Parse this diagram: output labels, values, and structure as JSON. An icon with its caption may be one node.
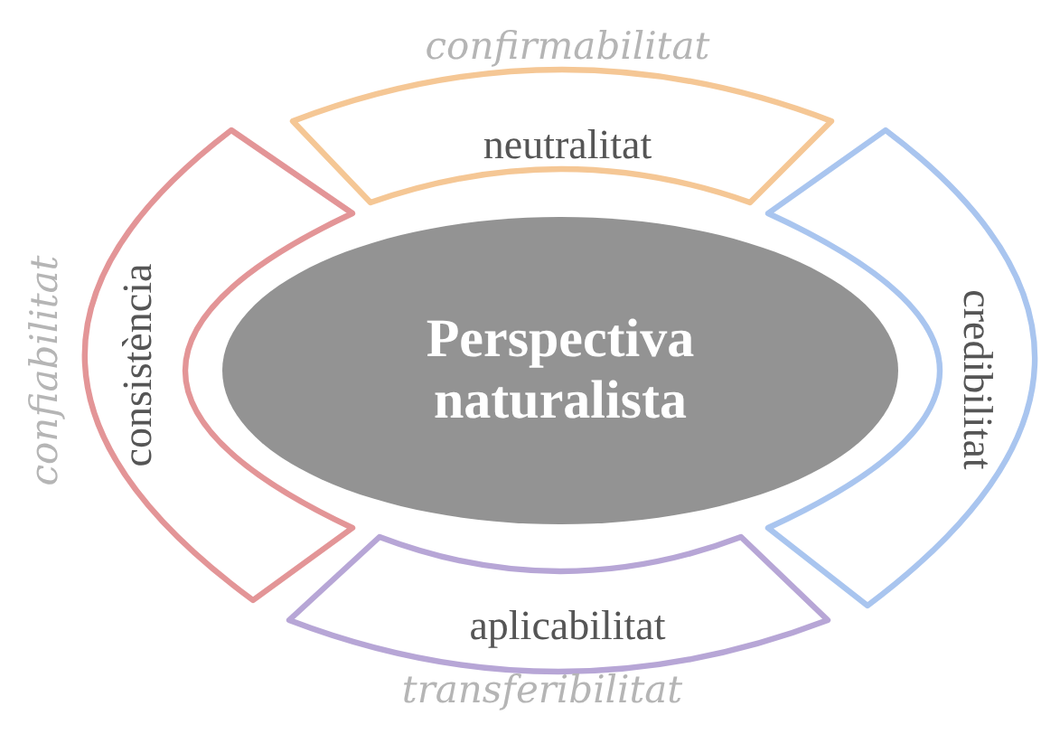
{
  "diagram": {
    "nodes": [
      {
        "text": [
          "neutralitat"
        ],
        "beside": [
          "confirmabilitat"
        ]
      },
      {
        "text": [
          "consistència"
        ],
        "beside": [
          "confiabilitat"
        ]
      },
      {
        "text": [
          "Perspectiva naturalista"
        ]
      },
      {
        "text": [
          "credibilitat"
        ]
      },
      {
        "text": [
          "aplicabilitat"
        ],
        "beside": [
          "transferibilitat"
        ]
      }
    ]
  }
}
